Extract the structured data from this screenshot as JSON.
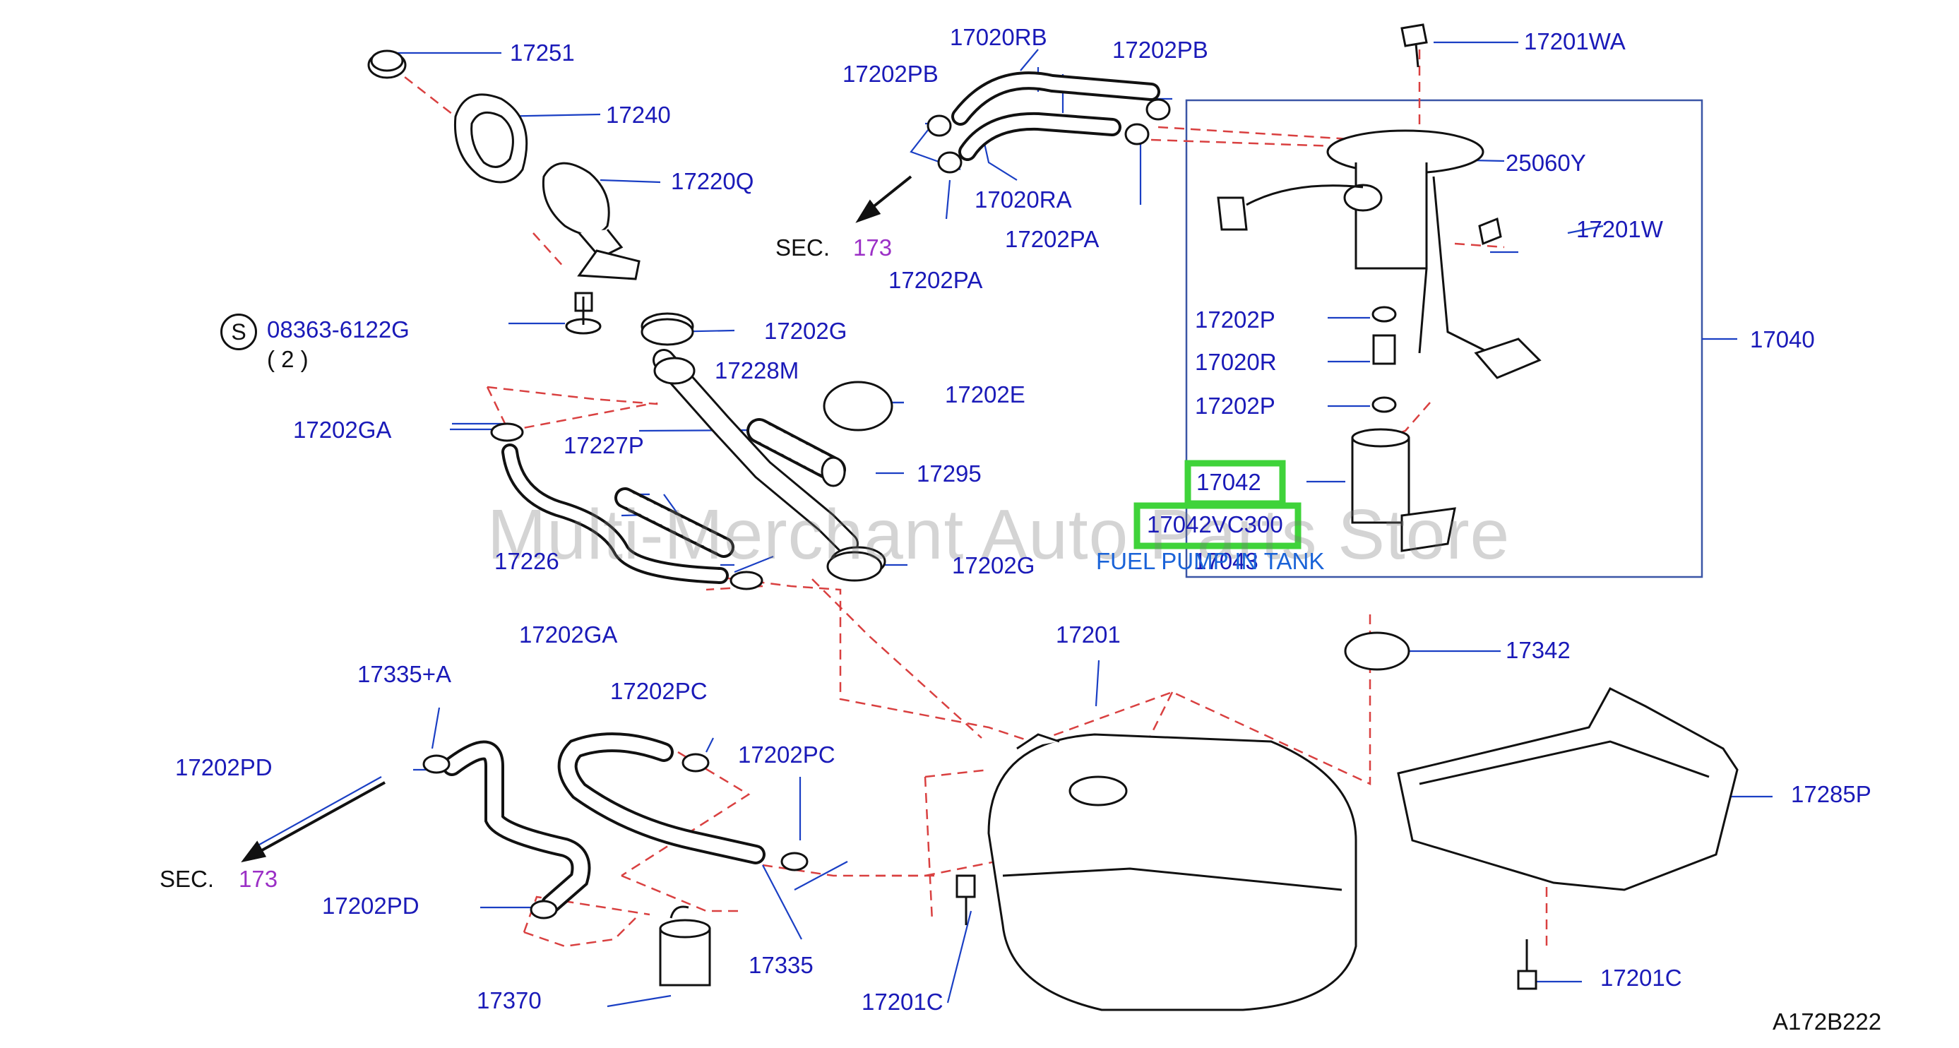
{
  "watermark": "Multi-Merchant Auto Parts Store",
  "diagram_code": "A172B222",
  "sec_ref": {
    "prefix": "SEC.",
    "number": "173"
  },
  "s_symbol": "S",
  "caption": "FUEL PUMP IN TANK",
  "bolt_qty": "( 2 )",
  "highlighted_parts": [
    "17042",
    "17042VC300"
  ],
  "colors": {
    "label": "#1a1ab8",
    "leader": "#1a3fc4",
    "dashed": "#d94040",
    "highlight": "#3fd33a",
    "sec_number": "#9b2fc6"
  },
  "parts": {
    "p17251": "17251",
    "p17240": "17240",
    "p17220Q": "17220Q",
    "p08363": "08363-6122G",
    "p17202GA_a": "17202GA",
    "p17227P": "17227P",
    "p17226": "17226",
    "p17202GA_b": "17202GA",
    "p17228M": "17228M",
    "p17202G_a": "17202G",
    "p17202E": "17202E",
    "p17295": "17295",
    "p17202G_b": "17202G",
    "p17020RB": "17020RB",
    "p17202PB_a": "17202PB",
    "p17202PB_b": "17202PB",
    "p17020RA": "17020RA",
    "p17202PA_a": "17202PA",
    "p17202PA_b": "17202PA",
    "p17201WA": "17201WA",
    "p25060Y": "25060Y",
    "p17201W": "17201W",
    "p17202P_a": "17202P",
    "p17020R": "17020R",
    "p17202P_b": "17202P",
    "p17040": "17040",
    "p17042": "17042",
    "p17042VC300": "17042VC300",
    "p17043": "17043",
    "p17342": "17342",
    "p17201": "17201",
    "p17285P": "17285P",
    "p17201C_a": "17201C",
    "p17201C_b": "17201C",
    "p17335A": "17335+A",
    "p17202PD_a": "17202PD",
    "p17202PD_b": "17202PD",
    "p17202PC_a": "17202PC",
    "p17202PC_b": "17202PC",
    "p17335": "17335",
    "p17370": "17370"
  }
}
